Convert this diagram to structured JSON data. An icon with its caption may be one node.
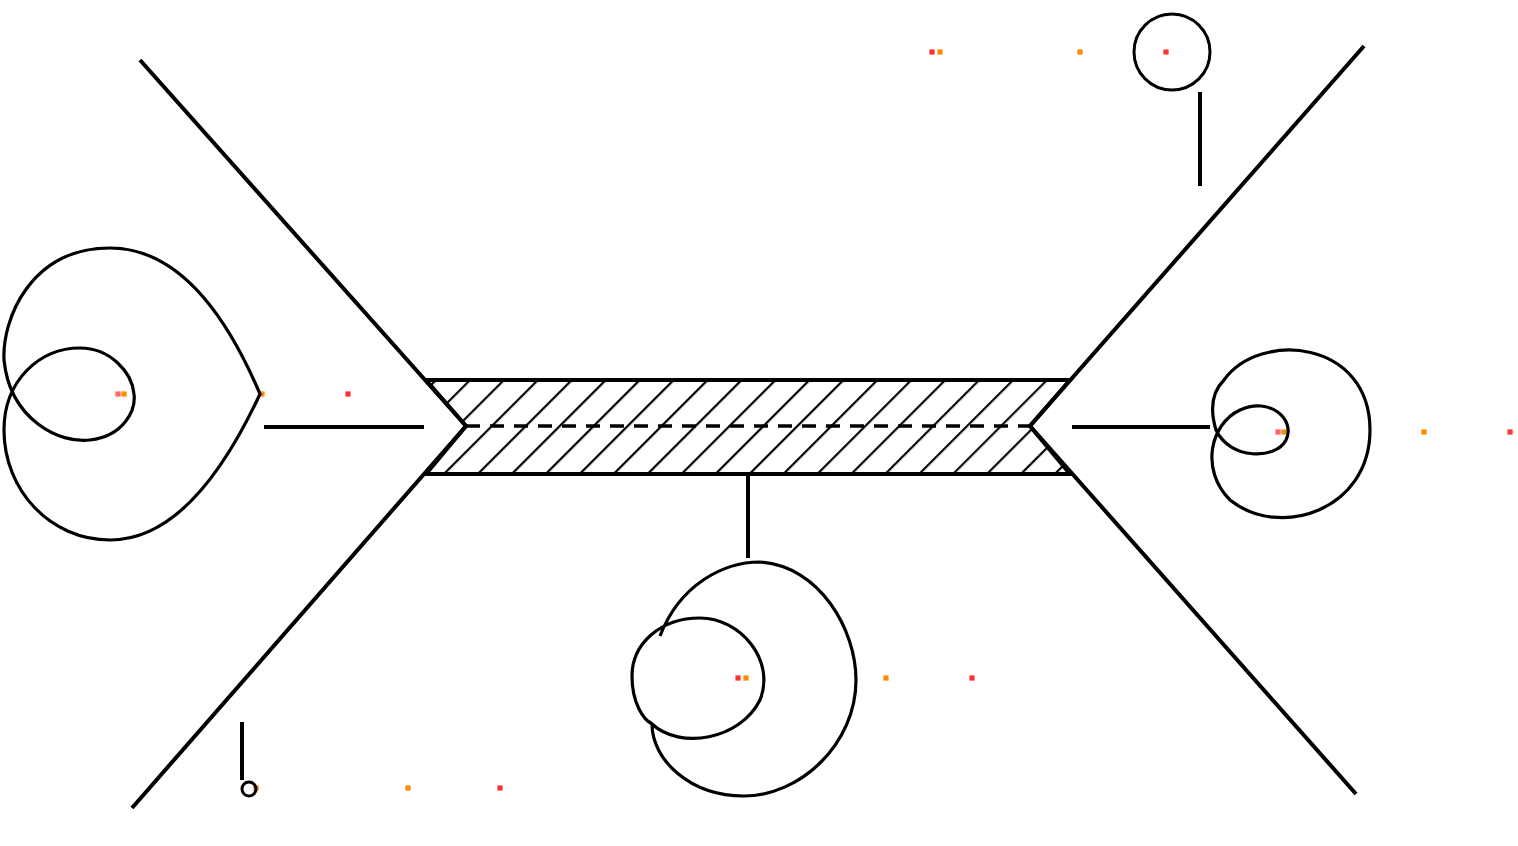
{
  "diagram": {
    "nodes": [
      {
        "text": [],
        "shape": "bar"
      },
      {
        "text": [],
        "shape": "curve"
      },
      {
        "text": [],
        "shape": "curve"
      },
      {
        "text": [],
        "shape": "curve"
      },
      {
        "text": [],
        "shape": "circle"
      },
      {
        "text": [],
        "shape": "circle"
      }
    ],
    "edges": [
      {
        "from": 1,
        "to": 0,
        "arrow": "none"
      },
      {
        "from": 2,
        "to": 0,
        "arrow": "none"
      },
      {
        "from": 3,
        "to": 0,
        "arrow": "none"
      },
      {
        "from": 4,
        "to": null,
        "arrow": "none"
      },
      {
        "from": null,
        "to": 5,
        "arrow": "none"
      }
    ]
  }
}
